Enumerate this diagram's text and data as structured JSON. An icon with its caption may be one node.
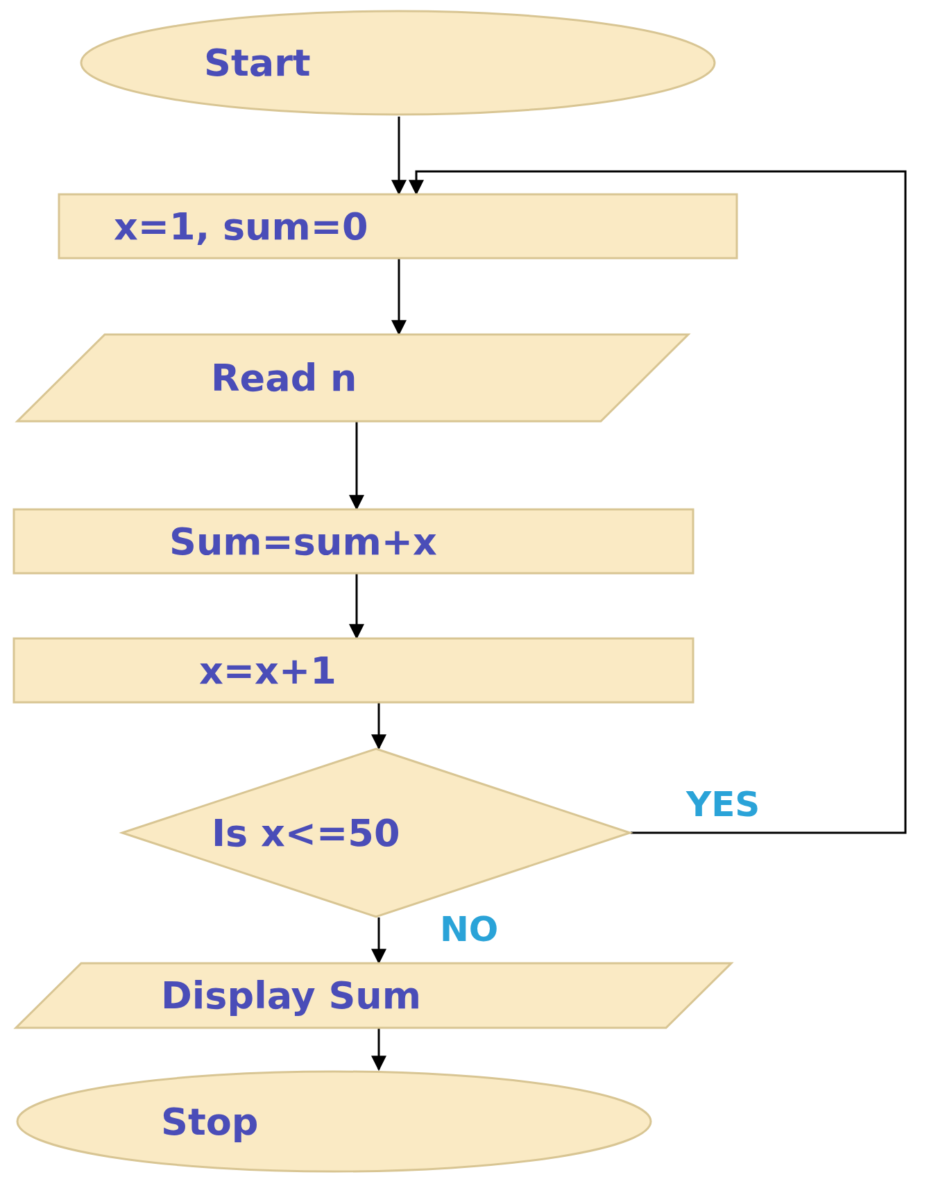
{
  "diagram": {
    "nodes": [
      {
        "text": [
          "Start"
        ]
      },
      {
        "text": [
          "x=1, sum=0"
        ]
      },
      {
        "text": [
          "Read n"
        ]
      },
      {
        "text": [
          "Sum=sum+x"
        ]
      },
      {
        "text": [
          "x=x+1"
        ]
      },
      {
        "text": [
          "Is x<=50"
        ]
      },
      {
        "text": [
          "Display Sum"
        ]
      },
      {
        "text": [
          "Stop"
        ]
      }
    ],
    "edges": [
      {
        "from": 0,
        "to": 1,
        "arrow": "to"
      },
      {
        "from": 1,
        "to": 2,
        "arrow": "to"
      },
      {
        "from": 2,
        "to": 3,
        "arrow": "to"
      },
      {
        "from": 3,
        "to": 4,
        "arrow": "to"
      },
      {
        "from": 4,
        "to": 5,
        "arrow": "to"
      },
      {
        "from": 5,
        "to": 1,
        "arrow": "to",
        "label": "YES"
      },
      {
        "from": 5,
        "to": 6,
        "arrow": "to",
        "label": "NO"
      },
      {
        "from": 6,
        "to": 7,
        "arrow": "to"
      }
    ]
  }
}
